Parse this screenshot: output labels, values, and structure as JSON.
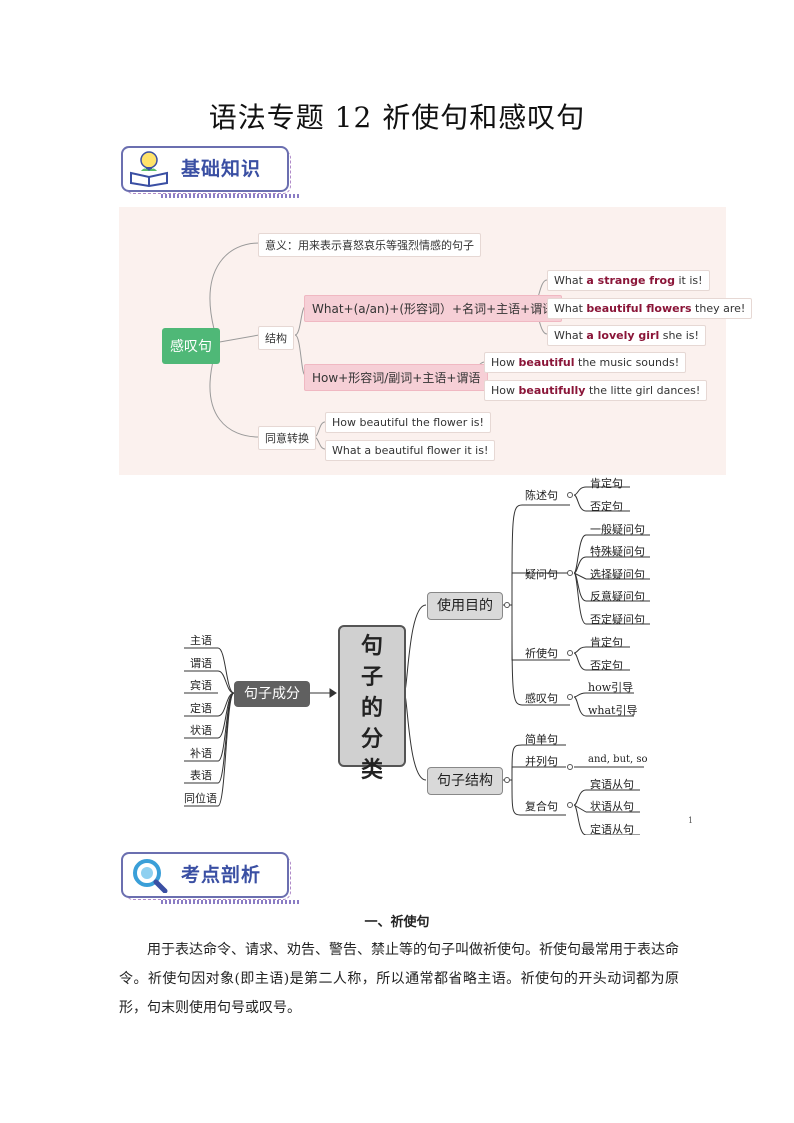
{
  "title": "语法专题 12  祈使句和感叹句",
  "section1": {
    "label": "基础知识"
  },
  "section2": {
    "label": "考点剖析"
  },
  "exclamatory_map": {
    "root": "感叹句",
    "meaning": "意义：用来表示喜怒哀乐等强烈情感的句子",
    "structure_label": "结构",
    "structure_what": "What+(a/an)+(形容词）+名词+主语+谓语",
    "what_examples": [
      {
        "pre": "What ",
        "bold": "a strange frog",
        "post": " it is!"
      },
      {
        "pre": "What ",
        "bold": "beautiful flowers",
        "post": " they are!"
      },
      {
        "pre": "What ",
        "bold": "a lovely girl",
        "post": " she is!"
      }
    ],
    "structure_how": "How+形容词/副词+主语+谓语",
    "how_examples": [
      {
        "pre": "How ",
        "bold": "beautiful",
        "post": " the music sounds!"
      },
      {
        "pre": "How ",
        "bold": "beautifully",
        "post": " the litte girl dances!"
      }
    ],
    "synonym_label": "同意转换",
    "synonym_examples": [
      "How beautiful the flower is!",
      "What a beautiful flower it is!"
    ]
  },
  "sentence_map": {
    "center": "句子的分类",
    "left_box": "句子成分",
    "components": [
      "主语",
      "谓语",
      "宾语",
      "定语",
      "状语",
      "补语",
      "表语",
      "同位语"
    ],
    "purpose_box": "使用目的",
    "purpose": [
      {
        "label": "陈述句",
        "children": [
          "肯定句",
          "否定句"
        ]
      },
      {
        "label": "疑问句",
        "children": [
          "一般疑问句",
          "特殊疑问句",
          "选择疑问句",
          "反意疑问句",
          "否定疑问句"
        ]
      },
      {
        "label": "祈使句",
        "children": [
          "肯定句",
          "否定句"
        ]
      },
      {
        "label": "感叹句",
        "children": [
          "how引导",
          "what引导"
        ]
      }
    ],
    "structure_box": "句子结构",
    "structure": [
      {
        "label": "简单句",
        "children": []
      },
      {
        "label": "并列句",
        "children": [
          "and, but, so"
        ]
      },
      {
        "label": "复合句",
        "children": [
          "宾语从句",
          "状语从句",
          "定语从句"
        ]
      }
    ],
    "page_number": "1"
  },
  "heading": "一、祈使句",
  "paragraph": "用于表达命令、请求、劝告、警告、禁止等的句子叫做祈使句。祈使句最常用于表达命令。祈使句因对象(即主语)是第二人称，所以通常都省略主语。祈使句的开头动词都为原形，句末则使用句号或叹号。"
}
